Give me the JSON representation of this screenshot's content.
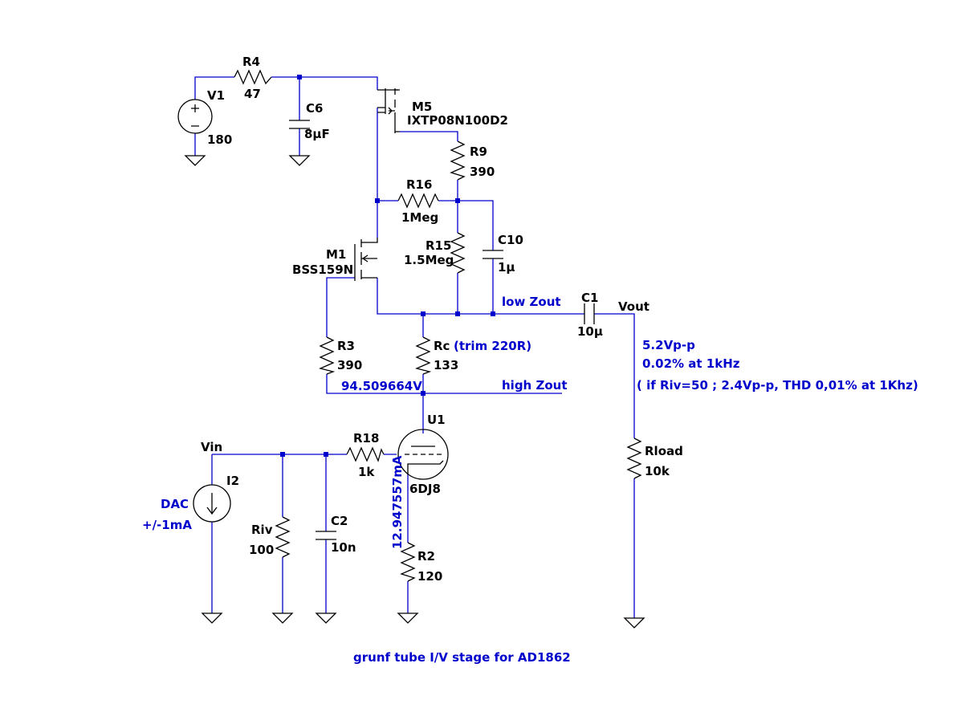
{
  "components": {
    "V1": {
      "ref": "V1",
      "value": "180"
    },
    "R4": {
      "ref": "R4",
      "value": "47"
    },
    "C6": {
      "ref": "C6",
      "value": "8µF"
    },
    "M5": {
      "ref": "M5",
      "value": "IXTP08N100D2"
    },
    "R9": {
      "ref": "R9",
      "value": "390"
    },
    "R16": {
      "ref": "R16",
      "value": "1Meg"
    },
    "R15": {
      "ref": "R15",
      "value": "1.5Meg"
    },
    "C10": {
      "ref": "C10",
      "value": "1µ"
    },
    "M1": {
      "ref": "M1",
      "value": "BSS159N"
    },
    "C1": {
      "ref": "C1",
      "value": "10µ"
    },
    "R3": {
      "ref": "R3",
      "value": "390"
    },
    "Rc": {
      "ref": "Rc",
      "value": "133",
      "note": "(trim 220R)"
    },
    "U1": {
      "ref": "U1",
      "value": "6DJ8"
    },
    "R18": {
      "ref": "R18",
      "value": "1k"
    },
    "I2": {
      "ref": "I2"
    },
    "Riv": {
      "ref": "Riv",
      "value": "100"
    },
    "C2": {
      "ref": "C2",
      "value": "10n"
    },
    "R2": {
      "ref": "R2",
      "value": "120"
    },
    "Rload": {
      "ref": "Rload",
      "value": "10k"
    }
  },
  "nets": {
    "vout": "Vout",
    "vin": "Vin",
    "low_zout": "low Zout",
    "high_zout": "high Zout"
  },
  "annotations": {
    "dac": "DAC",
    "dac_current": "+/-1mA",
    "node_voltage": "94.509664V",
    "cathode_current": "12.947557mA",
    "out_swing": "5.2Vp-p",
    "thd": "0.02% at 1kHz",
    "alt_note": "( if Riv=50 ; 2.4Vp-p, THD 0,01% at 1Khz)",
    "caption": "grunf tube I/V stage for AD1862"
  }
}
